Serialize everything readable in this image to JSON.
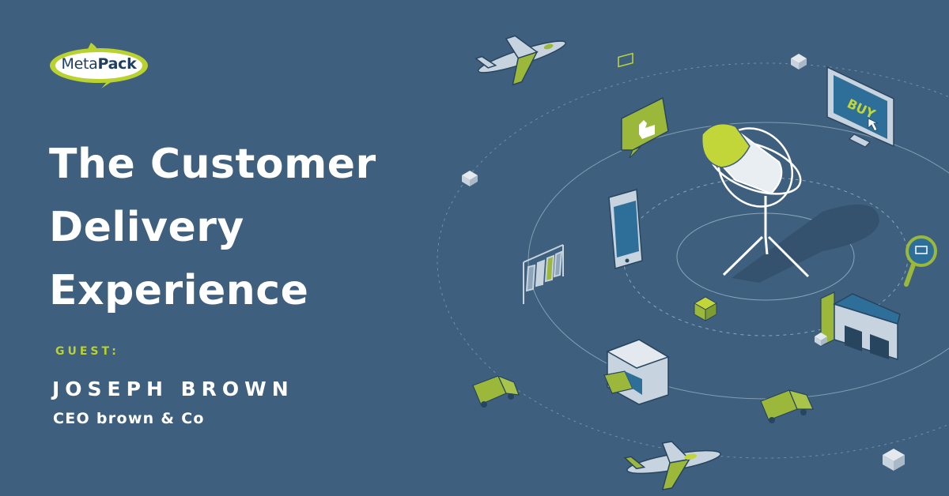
{
  "brand": {
    "logo_text_regular": "Meta",
    "logo_text_bold": "Pack",
    "accent": "#b9d22d",
    "background": "#3e5f7d"
  },
  "headline": {
    "lines": [
      "The Customer",
      "Delivery",
      "Experience"
    ]
  },
  "guest": {
    "label": "GUEST:",
    "name": "JOSEPH BROWN",
    "role": "CEO brown & Co"
  },
  "illustration": {
    "monitor_text": "BUY",
    "icons": [
      "microphone-icon",
      "airplane-icon",
      "thumbs-up-icon",
      "monitor-icon",
      "smartphone-icon",
      "magnifier-icon",
      "clothes-rack-icon",
      "warehouse-icon",
      "storefront-icon",
      "delivery-truck-icon",
      "parcel-icon"
    ]
  }
}
